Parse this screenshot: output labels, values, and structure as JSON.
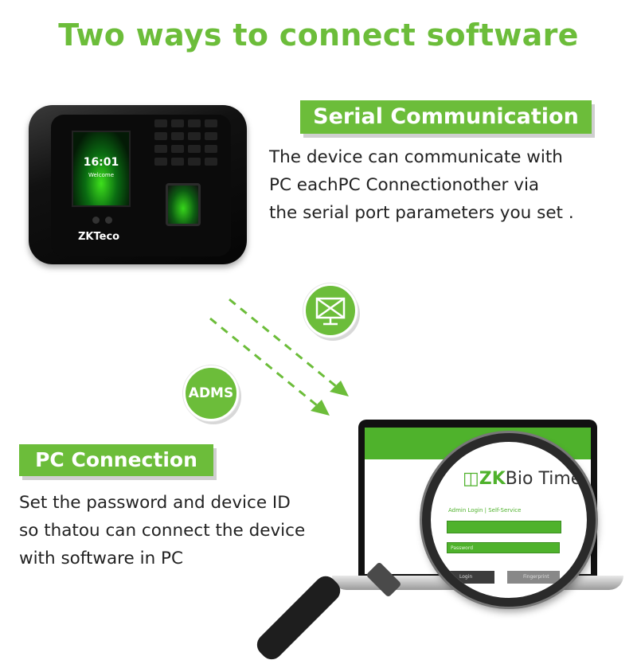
{
  "title": "Two ways to connect software",
  "colors": {
    "accent_green": "#6cbd3a",
    "text": "#222222",
    "device_black": "#0b0b0b"
  },
  "serial": {
    "label": "Serial Communication",
    "lines": [
      "The device can communicate with",
      "PC eachPC Connectionother via",
      "the serial port parameters you set ."
    ]
  },
  "pc": {
    "label": "PC Connection",
    "lines": [
      "Set the password and device ID",
      "so thatou can connect the device",
      "with software in PC"
    ]
  },
  "device": {
    "time": "16:01",
    "welcome": "Welcome",
    "brand": "ZKTeco"
  },
  "badges": {
    "adms": "ADMS",
    "no_connection_icon": "crossed-monitor-icon"
  },
  "software": {
    "logo_prefix": "ZK",
    "logo_suffix": "Bio Time",
    "tabs": "Admin Login  |  Self-Service",
    "password_placeholder": "Password",
    "login_button": "Login",
    "fingerprint_button": "Fingerprint"
  }
}
